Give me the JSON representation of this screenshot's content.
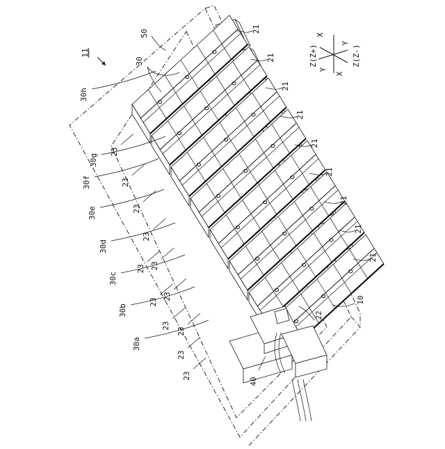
{
  "figure": {
    "assembly_label": "11",
    "case_label": "10",
    "outline_label": "50",
    "group_label": "30",
    "connector_label": "22",
    "part_label": "40",
    "cell_label": "21",
    "busbar_label": "23",
    "stack_labels": [
      "30a",
      "30b",
      "30c",
      "30d",
      "30e",
      "30f",
      "30g",
      "30h"
    ]
  },
  "axes": {
    "x": "X",
    "y": "Y",
    "z_plus": "Z(Z+)",
    "z_minus": "Z(Z-)"
  }
}
